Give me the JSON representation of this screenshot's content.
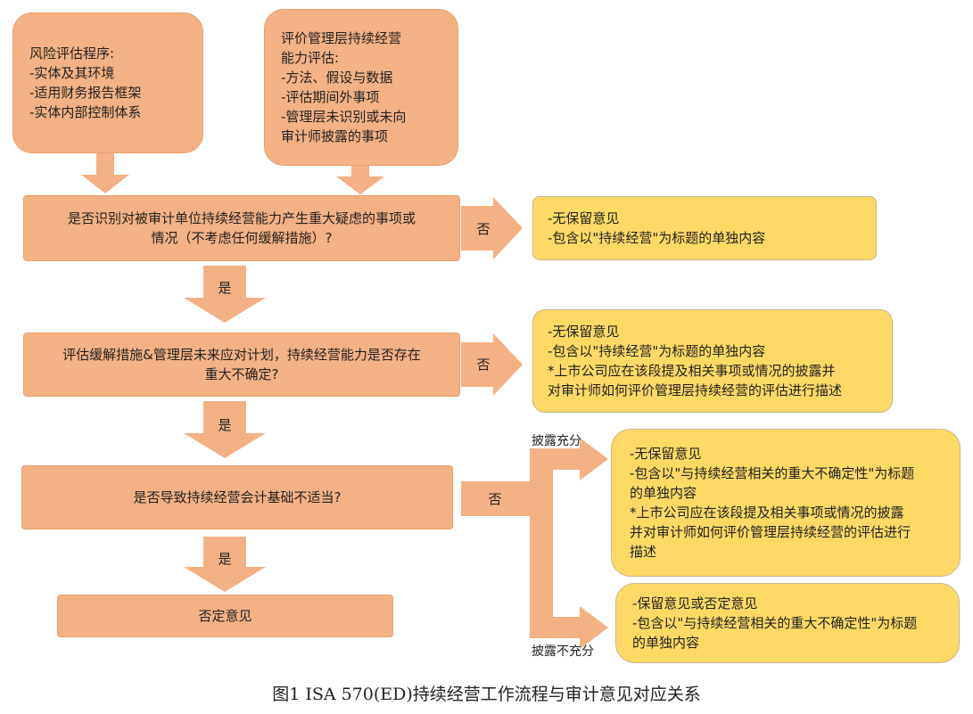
{
  "top_left_box": {
    "title": "风险评估程序:",
    "items": [
      "-实体及其环境",
      "-适用财务报告框架",
      "-实体内部控制体系"
    ]
  },
  "top_right_box": {
    "lines": [
      "评价管理层持续经营",
      "能力评估:",
      "-方法、假设与数据",
      "-评估期间外事项",
      "-管理层未识别或未向",
      "审计师披露的事项"
    ]
  },
  "q1": {
    "lines": [
      "是否识别对被审计单位持续经营能力产生重大疑虑的事项或",
      "情况（不考虑任何缓解措施）?"
    ],
    "no_label": "否",
    "yes_label": "是"
  },
  "q2": {
    "lines": [
      "评估缓解措施&管理层未来应对计划，持续经营能力是否存在",
      "重大不确定?"
    ],
    "no_label": "否",
    "yes_label": "是"
  },
  "q3": {
    "lines": [
      "是否导致持续经营会计基础不适当?"
    ],
    "no_label": "否",
    "yes_label": "是"
  },
  "final_box": {
    "text": "否定意见"
  },
  "result1": {
    "lines": [
      "-无保留意见",
      "-包含以\"持续经营\"为标题的单独内容"
    ]
  },
  "result2": {
    "lines": [
      "-无保留意见",
      "-包含以\"持续经营\"为标题的单独内容",
      "*上市公司应在该段提及相关事项或情况的披露并",
      "对审计师如何评价管理层持续经营的评估进行描述"
    ]
  },
  "result3": {
    "lines": [
      "-无保留意见",
      "-包含以\"与持续经营相关的重大不确定性\"为标题",
      "的单独内容",
      "*上市公司应在该段提及相关事项或情况的披露",
      "并对审计师如何评价管理层持续经营的评估进行",
      "描述"
    ]
  },
  "result4": {
    "lines": [
      "-保留意见或否定意见",
      "-包含以\"与持续经营相关的重大不确定性\"为标题",
      "的单独内容"
    ]
  },
  "branch_labels": {
    "adequate": "披露充分",
    "inadequate": "披露不充分"
  },
  "caption": "图1   ISA 570(ED)持续经营工作流程与审计意见对应关系",
  "colors": {
    "orange_box": "#f4b183",
    "arrow": "#f4b183",
    "yellow_box": "#ffd966"
  }
}
